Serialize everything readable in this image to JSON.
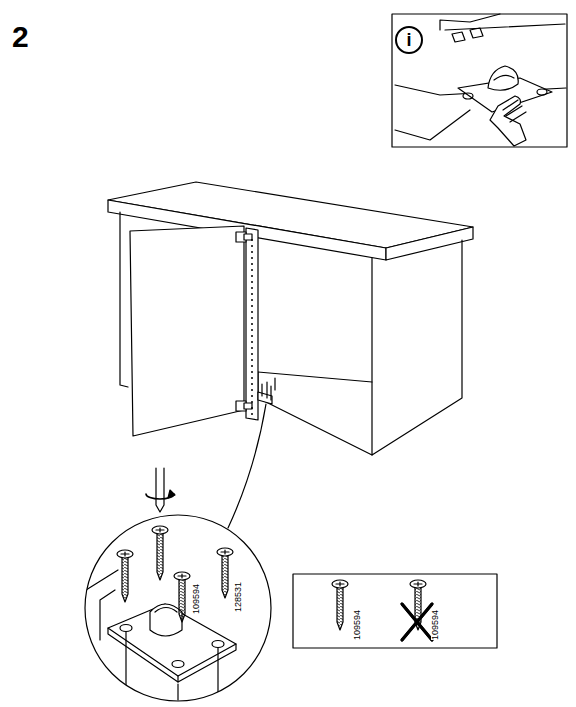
{
  "diagram": {
    "labels": [
      "2",
      "i",
      "109594",
      "128531",
      "109594",
      "109594"
    ]
  }
}
